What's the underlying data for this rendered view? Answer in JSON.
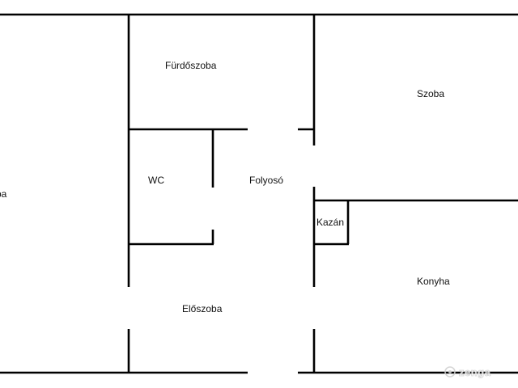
{
  "rooms": {
    "left_room_fragment": "pa",
    "bathroom": "Fürdőszoba",
    "wc": "WC",
    "corridor": "Folyosó",
    "room": "Szoba",
    "boiler": "Kazán",
    "kitchen": "Konyha",
    "hall": "Előszoba"
  },
  "watermark": {
    "brand": "zenga"
  },
  "colors": {
    "wall": "#000000",
    "background": "#ffffff",
    "label": "#111111"
  }
}
